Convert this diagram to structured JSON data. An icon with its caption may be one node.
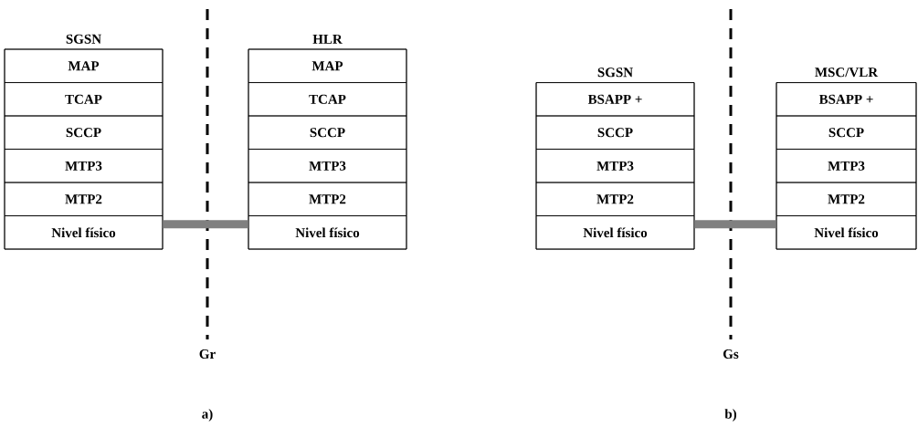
{
  "diagram": {
    "nodes": [
      {
        "text": [
          "SGSN"
        ]
      },
      {
        "text": [
          "MAP"
        ],
        "in": 0
      },
      {
        "text": [
          "TCAP"
        ],
        "in": 0
      },
      {
        "text": [
          "SCCP"
        ],
        "in": 0
      },
      {
        "text": [
          "MTP3"
        ],
        "in": 0
      },
      {
        "text": [
          "MTP2"
        ],
        "in": 0
      },
      {
        "text": [
          "Nivel físico"
        ],
        "in": 0
      },
      {
        "text": [
          "HLR"
        ]
      },
      {
        "text": [
          "MAP"
        ],
        "in": 7
      },
      {
        "text": [
          "TCAP"
        ],
        "in": 7
      },
      {
        "text": [
          "SCCP"
        ],
        "in": 7
      },
      {
        "text": [
          "MTP3"
        ],
        "in": 7
      },
      {
        "text": [
          "MTP2"
        ],
        "in": 7
      },
      {
        "text": [
          "Nivel físico"
        ],
        "in": 7
      },
      {
        "text": [
          "SGSN"
        ]
      },
      {
        "text": [
          "BSAPP +"
        ],
        "in": 14
      },
      {
        "text": [
          "SCCP"
        ],
        "in": 14
      },
      {
        "text": [
          "MTP3"
        ],
        "in": 14
      },
      {
        "text": [
          "MTP2"
        ],
        "in": 14
      },
      {
        "text": [
          "Nivel físico"
        ],
        "in": 14
      },
      {
        "text": [
          "MSC/VLR"
        ]
      },
      {
        "text": [
          "BSAPP +"
        ],
        "in": 20
      },
      {
        "text": [
          "SCCP"
        ],
        "in": 20
      },
      {
        "text": [
          "MTP3"
        ],
        "in": 20
      },
      {
        "text": [
          "MTP2"
        ],
        "in": 20
      },
      {
        "text": [
          "Nivel físico"
        ],
        "in": 20
      }
    ],
    "edges": [
      {
        "from": 6,
        "to": 13,
        "arrow": "none"
      },
      {
        "from": 19,
        "to": 25,
        "arrow": "none"
      }
    ],
    "labels": [
      "Gr",
      "Gs",
      "a)",
      "b)"
    ]
  }
}
